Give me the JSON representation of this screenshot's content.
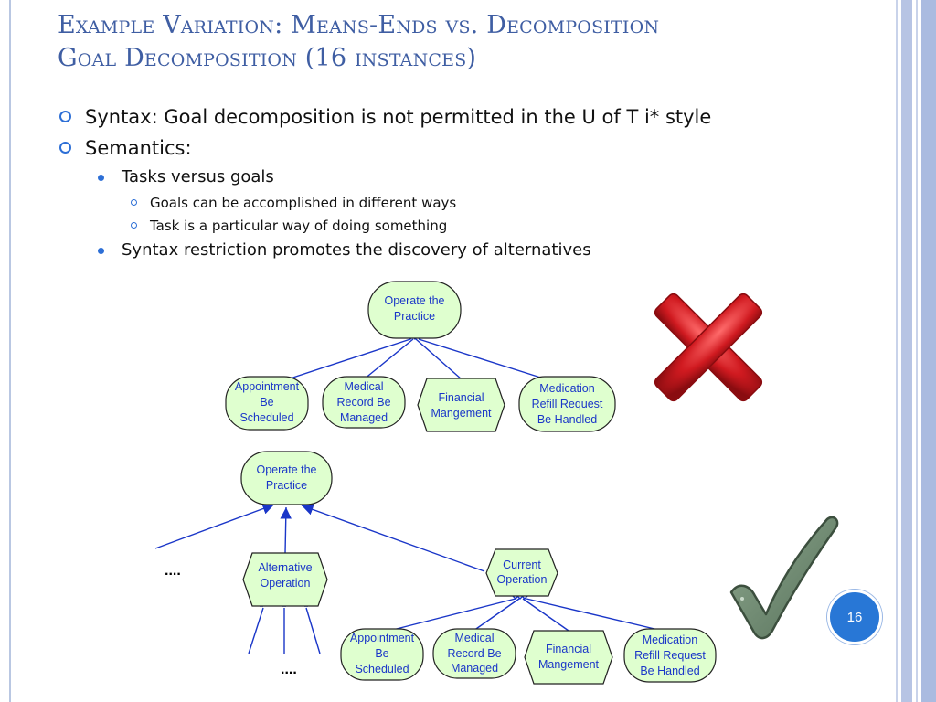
{
  "slide": {
    "title_line1": "Example Variation: Means-Ends vs. Decomposition",
    "title_line2": "Goal Decomposition (16 instances)",
    "page_number": "16",
    "colors": {
      "title": "#3f5ea3",
      "bullet": "#2d6fd6",
      "node_fill": "#dfffcf",
      "link": "#1a36c8",
      "cross": "#c8161d",
      "check": "#6f8a6f",
      "badge": "#2877d6"
    }
  },
  "bullets": [
    {
      "level": 1,
      "text": "Syntax: Goal decomposition is not permitted in the U of T i* style"
    },
    {
      "level": 1,
      "text": "Semantics:"
    },
    {
      "level": 2,
      "text": "Tasks versus goals"
    },
    {
      "level": 3,
      "text": "Goals can be accomplished in different ways"
    },
    {
      "level": 3,
      "text": "Task is a particular way of doing something"
    },
    {
      "level": 2,
      "text": "Syntax restriction promotes the discovery of alternatives"
    }
  ],
  "diagram_top": {
    "root": [
      "Operate the",
      "Practice"
    ],
    "children": [
      [
        "Appointment",
        "Be",
        "Scheduled"
      ],
      [
        "Medical",
        "Record Be",
        "Managed"
      ],
      [
        "Financial",
        "Mangement"
      ],
      [
        "Medication",
        "Refill Request",
        "Be Handled"
      ]
    ],
    "verdict_icon": "red-x-icon"
  },
  "diagram_bottom": {
    "root": [
      "Operate the",
      "Practice"
    ],
    "alternative": [
      "Alternative",
      "Operation"
    ],
    "current": [
      "Current",
      "Operation"
    ],
    "children": [
      [
        "Appointment",
        "Be",
        "Scheduled"
      ],
      [
        "Medical",
        "Record Be",
        "Managed"
      ],
      [
        "Financial",
        "Mangement"
      ],
      [
        "Medication",
        "Refill Request",
        "Be Handled"
      ]
    ],
    "ellipsis_left": "....",
    "ellipsis_bottom": "....",
    "verdict_icon": "green-check-icon"
  }
}
